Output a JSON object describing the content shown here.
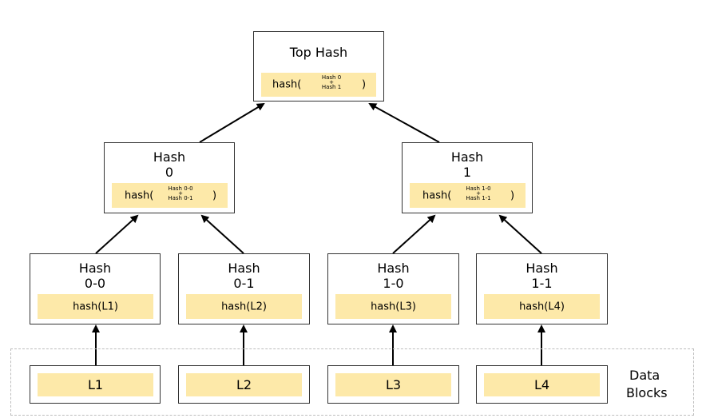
{
  "nodes": {
    "top": {
      "title": "Top Hash",
      "fn": "hash(",
      "arg1": "Hash 0",
      "plus": "+",
      "arg2": "Hash 1",
      "close": ")"
    },
    "h0": {
      "line1": "Hash",
      "line2": "0",
      "fn": "hash(",
      "arg1": "Hash 0-0",
      "plus": "+",
      "arg2": "Hash 0-1",
      "close": ")"
    },
    "h1": {
      "line1": "Hash",
      "line2": "1",
      "fn": "hash(",
      "arg1": "Hash 1-0",
      "plus": "+",
      "arg2": "Hash 1-1",
      "close": ")"
    },
    "h00": {
      "line1": "Hash",
      "line2": "0-0",
      "expr": "hash(L1)"
    },
    "h01": {
      "line1": "Hash",
      "line2": "0-1",
      "expr": "hash(L2)"
    },
    "h10": {
      "line1": "Hash",
      "line2": "1-0",
      "expr": "hash(L3)"
    },
    "h11": {
      "line1": "Hash",
      "line2": "1-1",
      "expr": "hash(L4)"
    }
  },
  "blocks": [
    "L1",
    "L2",
    "L3",
    "L4"
  ],
  "region_label": {
    "line1": "Data",
    "line2": "Blocks"
  },
  "colors": {
    "highlight": "#fde9a9",
    "border": "#333333",
    "dashed": "#bdbdbd",
    "arrow": "#000000"
  }
}
